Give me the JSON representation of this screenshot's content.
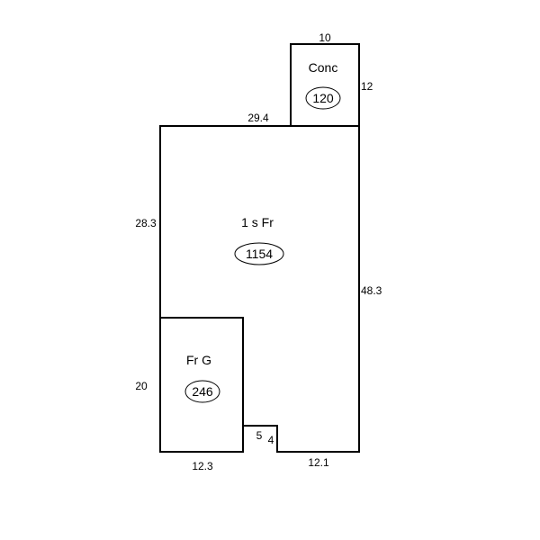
{
  "areas": {
    "conc": {
      "label": "Conc",
      "sqft": "120"
    },
    "main": {
      "label": "1 s Fr",
      "sqft": "1154"
    },
    "garage": {
      "label": "Fr G",
      "sqft": "246"
    }
  },
  "dimensions": {
    "conc_top": "10",
    "conc_right": "12",
    "main_top": "29.4",
    "main_left": "28.3",
    "main_right": "48.3",
    "garage_left": "20",
    "garage_bottom": "12.3",
    "notch_width": "5",
    "notch_height": "4",
    "main_bottom": "12.1"
  }
}
